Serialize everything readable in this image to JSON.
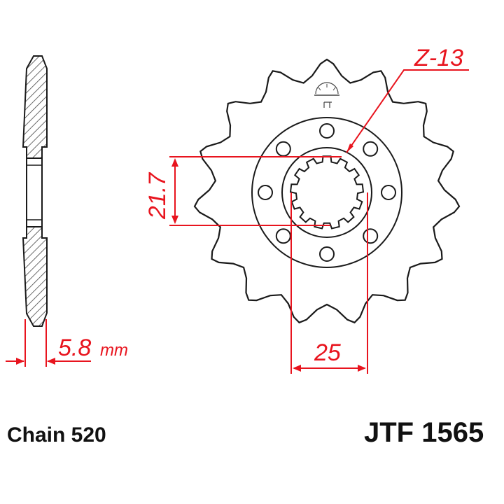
{
  "dimensions": {
    "tooth_count": "Z-13",
    "spline_height": "21.7",
    "bore_diameter": "25",
    "thickness_value": "5.8",
    "thickness_unit": "mm"
  },
  "caption": {
    "chain": "Chain 520",
    "part_number": "JTF 1565"
  },
  "colors": {
    "dimension": "#e8141e",
    "outline": "#1a1a1a",
    "fill": "#ffffff"
  },
  "sprocket": {
    "teeth": 15,
    "bolt_holes": 8,
    "spline_teeth": 13
  }
}
